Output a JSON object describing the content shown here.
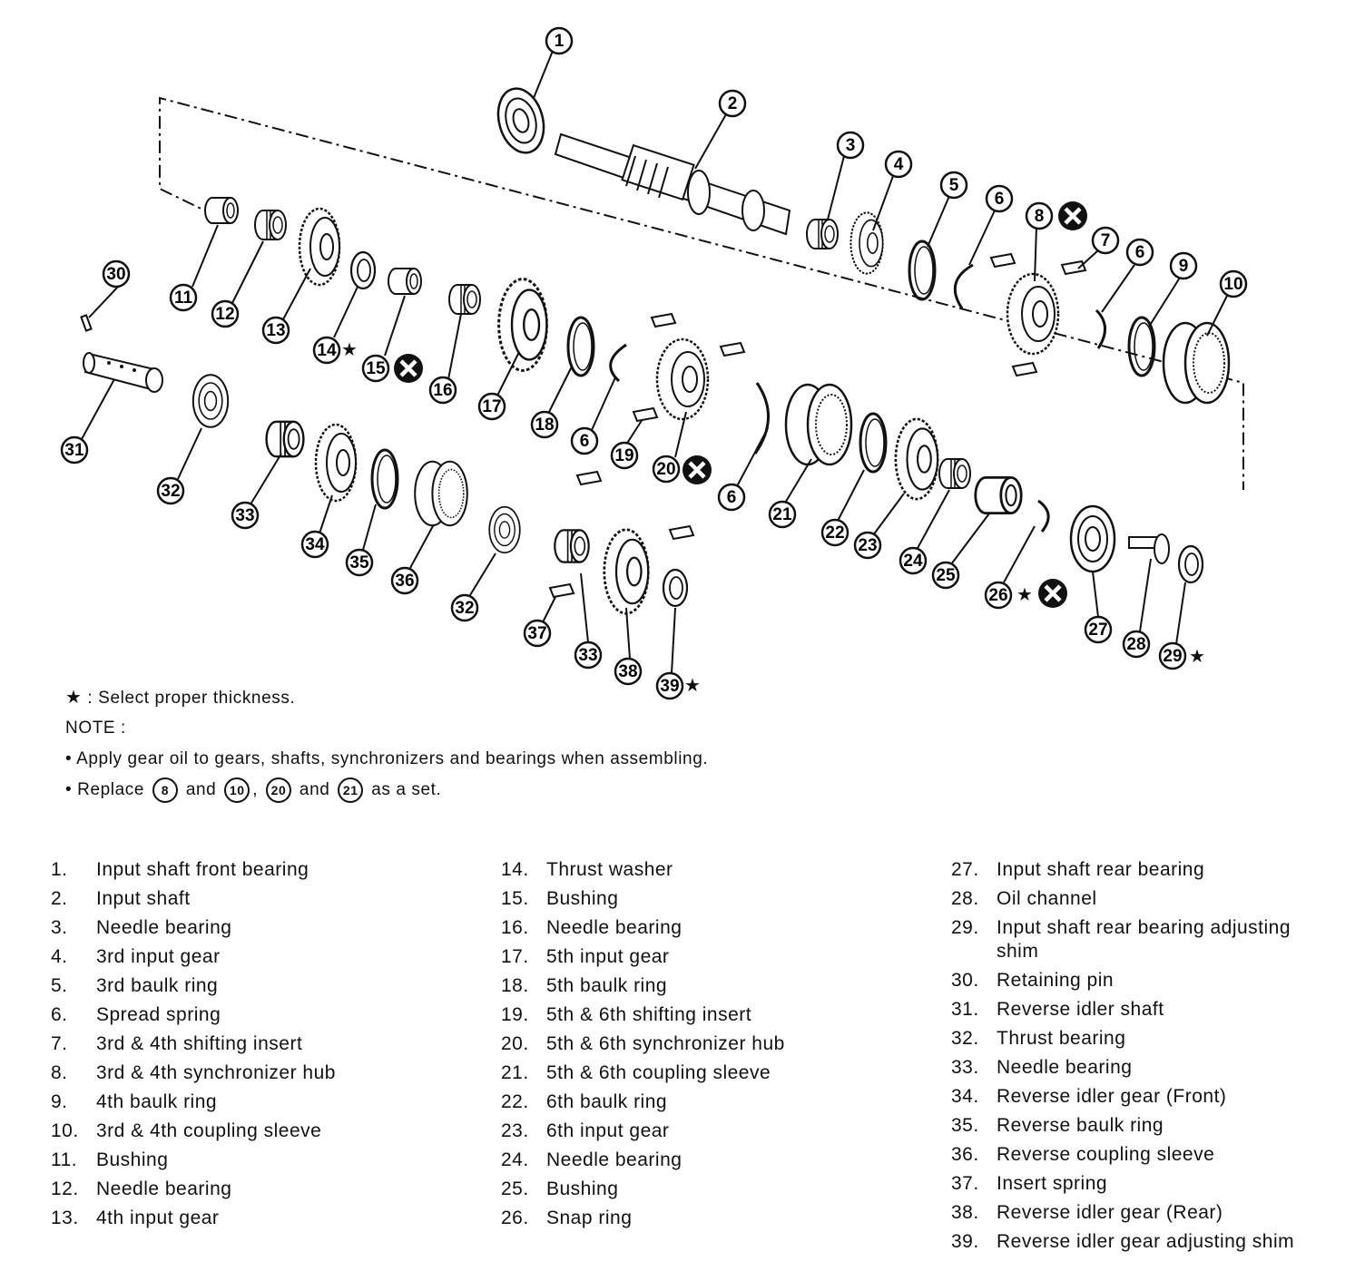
{
  "callouts": [
    "1",
    "2",
    "3",
    "4",
    "5",
    "6",
    "7",
    "8",
    "9",
    "10",
    "11",
    "12",
    "13",
    "14",
    "15",
    "16",
    "17",
    "18",
    "19",
    "20",
    "21",
    "22",
    "23",
    "24",
    "25",
    "26",
    "27",
    "28",
    "29",
    "30",
    "31",
    "32",
    "33",
    "34",
    "35",
    "36",
    "37",
    "38",
    "39"
  ],
  "notes": {
    "star_note": ": Select proper thickness.",
    "note_heading": "NOTE :",
    "bullet1": "• Apply gear oil to gears, shafts, synchronizers and bearings when assembling.",
    "bullet2_prefix": "• Replace",
    "bullet2_and1": "and",
    "bullet2_comma": ",",
    "bullet2_and2": "and",
    "bullet2_suffix": "as a set.",
    "ref_a": "8",
    "ref_b": "10",
    "ref_c": "20",
    "ref_d": "21"
  },
  "legend": [
    {
      "num": "1.",
      "label": "Input shaft front bearing"
    },
    {
      "num": "2.",
      "label": "Input shaft"
    },
    {
      "num": "3.",
      "label": "Needle bearing"
    },
    {
      "num": "4.",
      "label": "3rd input gear"
    },
    {
      "num": "5.",
      "label": "3rd baulk ring"
    },
    {
      "num": "6.",
      "label": "Spread spring"
    },
    {
      "num": "7.",
      "label": "3rd & 4th shifting insert"
    },
    {
      "num": "8.",
      "label": "3rd & 4th synchronizer hub"
    },
    {
      "num": "9.",
      "label": "4th baulk ring"
    },
    {
      "num": "10.",
      "label": "3rd & 4th coupling sleeve"
    },
    {
      "num": "11.",
      "label": "Bushing"
    },
    {
      "num": "12.",
      "label": "Needle bearing"
    },
    {
      "num": "13.",
      "label": "4th input gear"
    },
    {
      "num": "14.",
      "label": "Thrust washer"
    },
    {
      "num": "15.",
      "label": "Bushing"
    },
    {
      "num": "16.",
      "label": "Needle bearing"
    },
    {
      "num": "17.",
      "label": "5th input gear"
    },
    {
      "num": "18.",
      "label": "5th baulk ring"
    },
    {
      "num": "19.",
      "label": "5th & 6th shifting insert"
    },
    {
      "num": "20.",
      "label": "5th & 6th synchronizer hub"
    },
    {
      "num": "21.",
      "label": "5th & 6th coupling sleeve"
    },
    {
      "num": "22.",
      "label": "6th baulk ring"
    },
    {
      "num": "23.",
      "label": "6th input gear"
    },
    {
      "num": "24.",
      "label": "Needle bearing"
    },
    {
      "num": "25.",
      "label": "Bushing"
    },
    {
      "num": "26.",
      "label": "Snap ring"
    },
    {
      "num": "27.",
      "label": "Input shaft rear bearing"
    },
    {
      "num": "28.",
      "label": "Oil channel"
    },
    {
      "num": "29.",
      "label": "Input shaft rear bearing adjusting shim"
    },
    {
      "num": "30.",
      "label": "Retaining pin"
    },
    {
      "num": "31.",
      "label": "Reverse idler shaft"
    },
    {
      "num": "32.",
      "label": "Thrust bearing"
    },
    {
      "num": "33.",
      "label": "Needle bearing"
    },
    {
      "num": "34.",
      "label": "Reverse idler gear (Front)"
    },
    {
      "num": "35.",
      "label": "Reverse baulk ring"
    },
    {
      "num": "36.",
      "label": "Reverse coupling sleeve"
    },
    {
      "num": "37.",
      "label": "Insert spring"
    },
    {
      "num": "38.",
      "label": "Reverse idler gear (Rear)"
    },
    {
      "num": "39.",
      "label": "Reverse idler gear adjusting shim"
    }
  ]
}
